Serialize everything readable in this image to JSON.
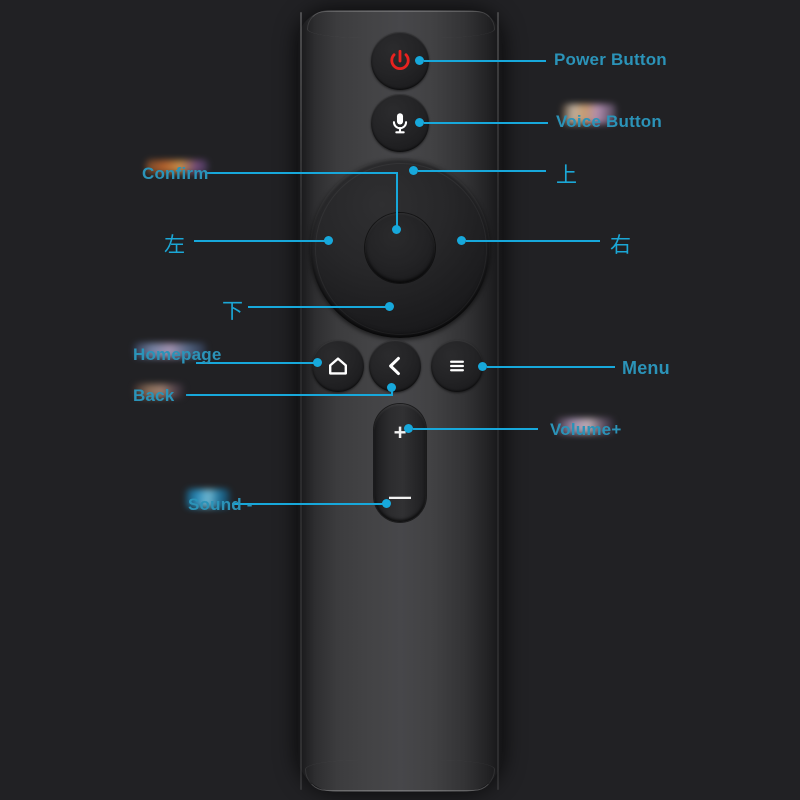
{
  "diagram": {
    "title": "TV Remote Control Button Map",
    "background_color": "#212124",
    "callout_color": "#17a8db",
    "label_color": "#2b93b8"
  },
  "device": {
    "name": "tv-remote-control",
    "body_color_dark": "#141416",
    "body_color_light": "#47474a"
  },
  "callouts": [
    {
      "id": "power",
      "label": "Power Button",
      "side": "right",
      "lang": "en"
    },
    {
      "id": "voice",
      "label": "Voice Button",
      "side": "right",
      "lang": "en"
    },
    {
      "id": "up",
      "label": "上",
      "side": "right",
      "lang": "zh"
    },
    {
      "id": "right",
      "label": "右",
      "side": "right",
      "lang": "zh"
    },
    {
      "id": "confirm",
      "label": "Confirm",
      "side": "left",
      "lang": "en"
    },
    {
      "id": "left",
      "label": "左",
      "side": "left",
      "lang": "zh"
    },
    {
      "id": "down",
      "label": "下",
      "side": "left",
      "lang": "zh"
    },
    {
      "id": "homepage",
      "label": "Homepage",
      "side": "left",
      "lang": "en"
    },
    {
      "id": "back",
      "label": "Back",
      "side": "left",
      "lang": "en"
    },
    {
      "id": "menu",
      "label": "Menu",
      "side": "right",
      "lang": "en"
    },
    {
      "id": "volume_up",
      "label": "Volume+",
      "side": "right",
      "lang": "en"
    },
    {
      "id": "volume_down",
      "label": "Sound -",
      "side": "left",
      "lang": "en"
    }
  ],
  "buttons": {
    "power": {
      "icon": "power-icon",
      "icon_color": "#e8221f"
    },
    "voice": {
      "icon": "microphone-icon",
      "icon_color": "#ffffff"
    },
    "dpad": {
      "icon": "dpad-ring"
    },
    "confirm": {
      "icon": "ok-center"
    },
    "home": {
      "icon": "home-icon",
      "icon_color": "#ffffff"
    },
    "back": {
      "icon": "chevron-left-icon",
      "icon_color": "#ffffff"
    },
    "menu": {
      "icon": "hamburger-menu-icon",
      "icon_color": "#ffffff"
    },
    "volume_up": {
      "icon": "plus-icon",
      "glyph": "+",
      "icon_color": "#f2f2f2"
    },
    "volume_down": {
      "icon": "minus-icon",
      "glyph": "—",
      "icon_color": "#f2f2f2"
    }
  }
}
